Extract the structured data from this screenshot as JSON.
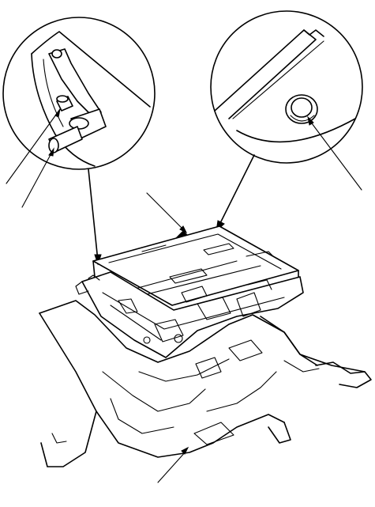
{
  "diagram": {
    "callouts": [
      {
        "id": "left-detail",
        "shape": "circle"
      },
      {
        "id": "right-detail",
        "shape": "circle"
      }
    ],
    "leaders": 6,
    "arrow": "up"
  },
  "colors": {
    "ink": "#000000",
    "paper": "#ffffff"
  },
  "icons": [
    "arrow-up-icon"
  ]
}
